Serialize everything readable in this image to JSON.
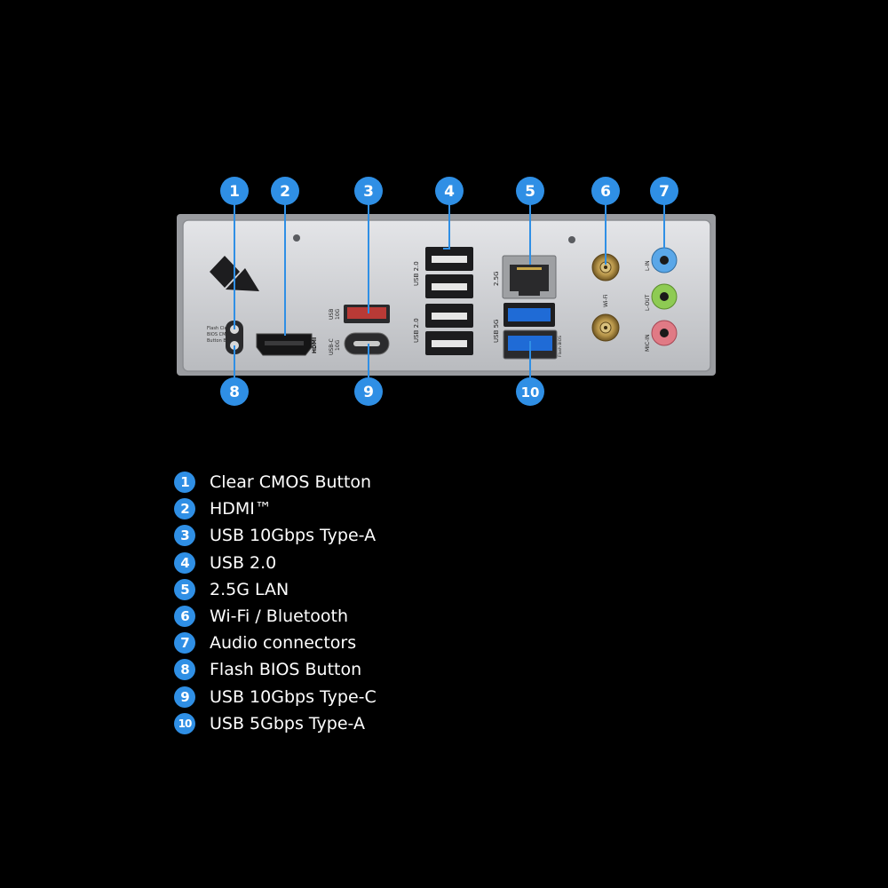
{
  "colors": {
    "background": "#000000",
    "badge": "#2f8fe5",
    "plate": "#c9cbcf",
    "usb3_blue": "#1f6bd6",
    "usb10_red": "#b93a36",
    "audio_line_in": "#5aa7e8",
    "audio_line_out": "#8ecb53",
    "audio_mic_in": "#e07a85"
  },
  "plate_text": {
    "flash_bios_lines": [
      "Flash Clear",
      "BIOS CMOS",
      "Button Button"
    ],
    "hdmi": "HDMI",
    "usb10_a_top": "USB",
    "usb10_a_bottom": "10G",
    "usbc_top": "USB-C",
    "usbc_bottom": "10G",
    "usb20_top": "USB 2.0",
    "usb20_bottom": "USB 2.0",
    "lan": "2.5G",
    "usb5": "USB 5G",
    "flash_bios_port": "Flash BIOS",
    "wifi": "Wi-Fi",
    "line_in": "L-IN",
    "line_out": "L-OUT",
    "mic_in": "MIC-IN"
  },
  "callouts": [
    "1",
    "2",
    "3",
    "4",
    "5",
    "6",
    "7",
    "8",
    "9",
    "10"
  ],
  "legend": [
    {
      "num": "1",
      "label": "Clear CMOS Button"
    },
    {
      "num": "2",
      "label": "HDMI™"
    },
    {
      "num": "3",
      "label": "USB 10Gbps Type-A"
    },
    {
      "num": "4",
      "label": "USB 2.0"
    },
    {
      "num": "5",
      "label": "2.5G LAN"
    },
    {
      "num": "6",
      "label": "Wi-Fi / Bluetooth"
    },
    {
      "num": "7",
      "label": "Audio connectors"
    },
    {
      "num": "8",
      "label": "Flash BIOS Button"
    },
    {
      "num": "9",
      "label": "USB 10Gbps Type-C"
    },
    {
      "num": "10",
      "label": "USB 5Gbps Type-A"
    }
  ]
}
